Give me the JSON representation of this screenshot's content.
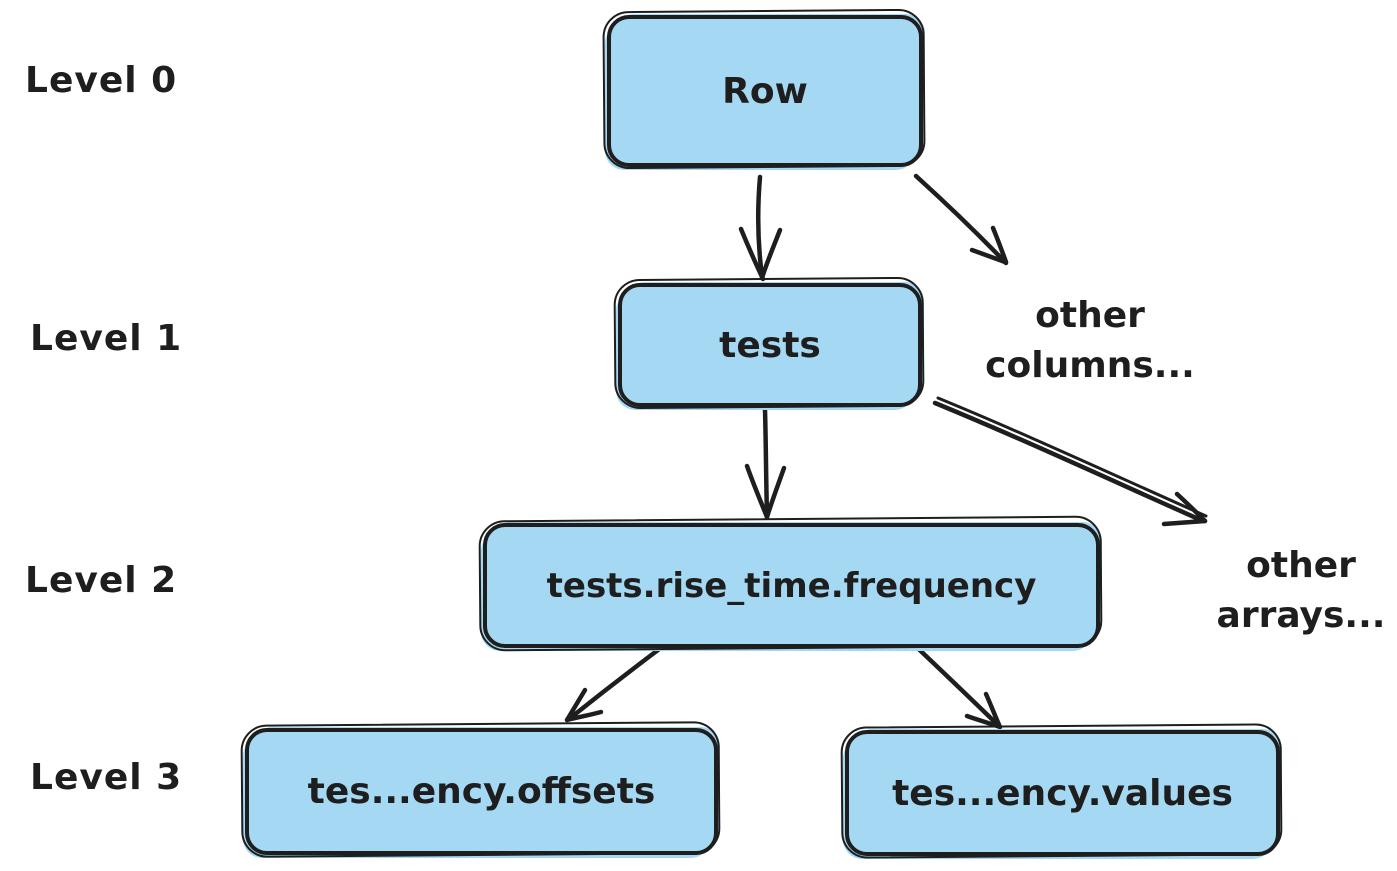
{
  "diagram": {
    "level_labels": [
      "Level 0",
      "Level 1",
      "Level 2",
      "Level 3"
    ],
    "nodes": {
      "row": "Row",
      "tests": "tests",
      "frequency": "tests.rise_time.frequency",
      "offsets": "tes...ency.offsets",
      "values": "tes...ency.values"
    },
    "annotations": {
      "other_columns": {
        "line1": "other",
        "line2": "columns..."
      },
      "other_arrays": {
        "line1": "other",
        "line2": "arrays..."
      }
    },
    "colors": {
      "node_fill": "#a5d8f3",
      "stroke": "#1e1e1e",
      "text": "#1e1e1e",
      "background": "#ffffff"
    }
  }
}
